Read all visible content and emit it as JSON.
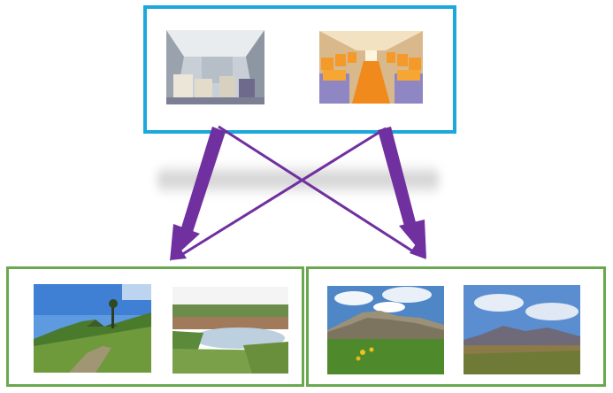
{
  "top_group": {
    "border_color": "#1ca8dd",
    "images": [
      "airplane-cabin-business-class",
      "airplane-cabin-orange-seats"
    ]
  },
  "bottom_left_group": {
    "border_color": "#6aa84f",
    "images": [
      "landscape-grassy-path",
      "landscape-bog-pond"
    ]
  },
  "bottom_right_group": {
    "border_color": "#6aa84f",
    "images": [
      "landscape-rocky-badlands",
      "landscape-mountain-moor"
    ]
  },
  "arrow_color": "#7030a0"
}
